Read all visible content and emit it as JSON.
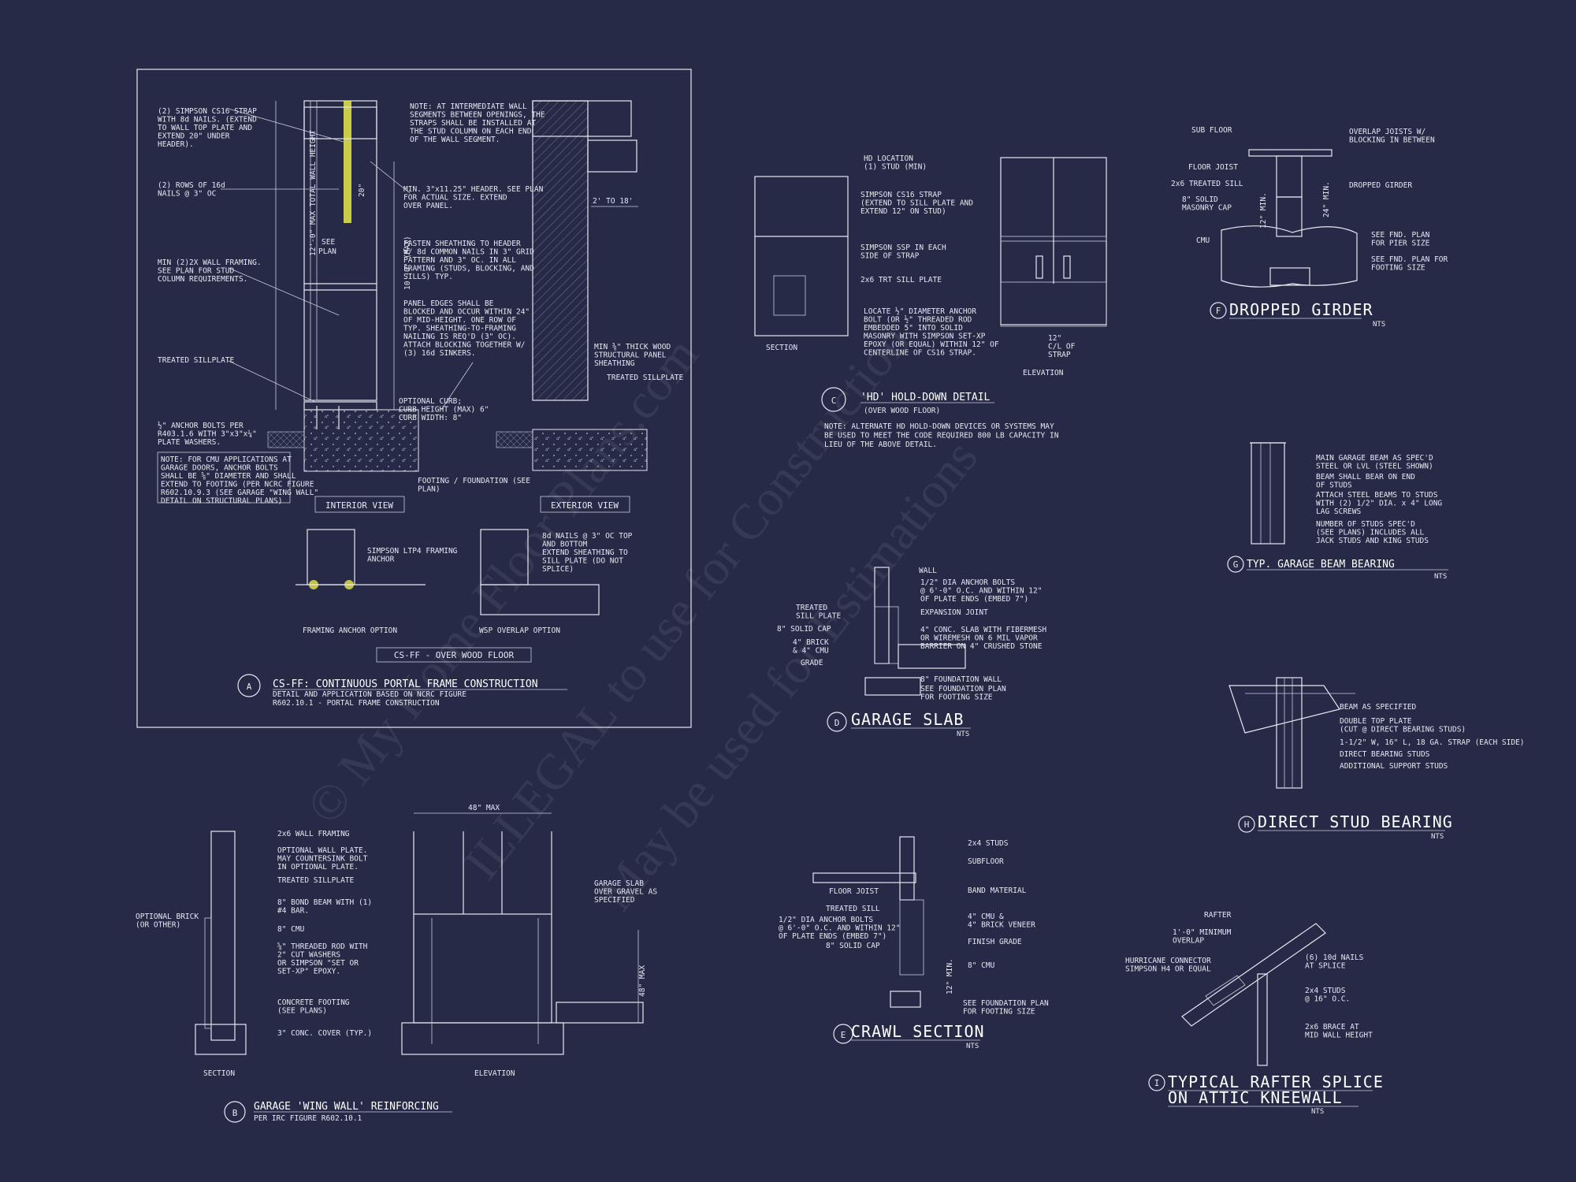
{
  "colors": {
    "background": "#262a47",
    "ink": "#e6e8f0",
    "highlight": "#e8e84a"
  },
  "watermark": [
    "© My Home Floor Plans.com",
    "ILLEGAL to use for Construction",
    "May be used for Estimations"
  ],
  "detailA": {
    "marker": "A",
    "title": "CS-FF: CONTINUOUS PORTAL FRAME CONSTRUCTION",
    "subtitle1": "DETAIL AND APPLICATION BASED ON NCRC FIGURE",
    "subtitle2": "R602.10.1 - PORTAL FRAME CONSTRUCTION",
    "boxLabel": "CS-FF - OVER WOOD FLOOR",
    "interiorView": "INTERIOR VIEW",
    "exteriorView": "EXTERIOR VIEW",
    "framingAnchor": "FRAMING ANCHOR OPTION",
    "wspOverlap": "WSP OVERLAP OPTION",
    "notesLeft": [
      [
        "(2) SIMPSON CS16 STRAP",
        "WITH 8d NAILS. (EXTEND",
        "TO WALL TOP PLATE AND",
        "EXTEND 20\" UNDER",
        "HEADER)."
      ],
      [
        "(2) ROWS OF 16d",
        "NAILS @ 3\" OC"
      ],
      [
        "MIN (2)2X WALL FRAMING.",
        "SEE PLAN FOR STUD",
        "COLUMN REQUIREMENTS."
      ],
      [
        "TREATED SILLPLATE"
      ],
      [
        "½\" ANCHOR BOLTS PER",
        "R403.1.6 WITH 3\"x3\"x¼\"",
        "PLATE WASHERS."
      ]
    ],
    "noteCMU": [
      "NOTE: FOR CMU APPLICATIONS AT",
      "GARAGE DOORS, ANCHOR BOLTS",
      "SHALL BE ⅝\" DIAMETER AND SHALL",
      "EXTEND TO FOOTING (PER NCRC FIGURE",
      "R602.10.9.3 (SEE GARAGE \"WING WALL\"",
      "DETAIL ON STRUCTURAL PLANS)"
    ],
    "notesMid": [
      [
        "NOTE: AT INTERMEDIATE WALL",
        "SEGMENTS BETWEEN OPENINGS, THE",
        "STRAPS SHALL BE INSTALLED AT",
        "THE STUD COLUMN ON EACH END",
        "OF THE WALL SEGMENT."
      ],
      [
        "MIN. 3\"x11.25\" HEADER. SEE PLAN",
        "FOR ACTUAL SIZE. EXTEND",
        "OVER PANEL."
      ],
      [
        "FASTEN SHEATHING TO HEADER",
        "W/ 8d COMMON NAILS IN 3\" GRID",
        "PATTERN AND 3\" OC. IN ALL",
        "FRAMING (STUDS, BLOCKING, AND",
        "SILLS) TYP."
      ],
      [
        "PANEL EDGES SHALL BE",
        "BLOCKED AND OCCUR WITHIN 24\"",
        "OF MID-HEIGHT. ONE ROW OF",
        "TYP. SHEATHING-TO-FRAMING",
        "NAILING IS REQ'D (3\" OC).",
        "ATTACH BLOCKING TOGETHER W/",
        "(3) 16d SINKERS."
      ],
      [
        "OPTIONAL CURB;",
        "CURB HEIGHT (MAX) 6\"",
        "CURB WIDTH: 8\""
      ],
      [
        "FOOTING / FOUNDATION (SEE",
        "PLAN)"
      ]
    ],
    "notesRight": [
      [
        "MIN ⅜\" THICK WOOD",
        "STRUCTURAL PANEL",
        "SHEATHING"
      ],
      [
        "TREATED SILLPLATE"
      ]
    ],
    "dims": {
      "wallHeight": "12'-0\" MAX TOTAL WALL HEIGHT",
      "max": "10'-0\" (MAX)",
      "seePlan": [
        "SEE",
        "PLAN"
      ],
      "twenty": "20\"",
      "twoTo18": "2' TO 18'"
    },
    "anchorNotes": [
      "SIMPSON LTP4 FRAMING",
      "ANCHOR"
    ],
    "wspNotes": [
      "8d NAILS @ 3\" OC TOP",
      "AND BOTTOM",
      "EXTEND SHEATHING TO",
      "SILL PLATE (DO NOT",
      "SPLICE)"
    ]
  },
  "detailB": {
    "marker": "B",
    "title": "GARAGE 'WING WALL' REINFORCING",
    "subtitle": "PER IRC FIGURE R602.10.1",
    "section": "SECTION",
    "elevation": "ELEVATION",
    "dim48": "48\" MAX",
    "dim48v": "48\" MAX",
    "optionalBrick": [
      "OPTIONAL BRICK",
      "(OR OTHER)"
    ],
    "notes": [
      [
        "2x6 WALL FRAMING"
      ],
      [
        "OPTIONAL WALL PLATE.",
        "MAY COUNTERSINK BOLT",
        "IN OPTIONAL PLATE."
      ],
      [
        "TREATED SILLPLATE"
      ],
      [
        "8\" BOND BEAM WITH (1)",
        "#4 BAR."
      ],
      [
        "8\" CMU"
      ],
      [
        "⅝\" THREADED ROD WITH",
        "2\" CUT WASHERS",
        "OR SIMPSON \"SET OR",
        "SET-XP\" EPOXY."
      ],
      [
        "CONCRETE FOOTING",
        "(SEE PLANS)"
      ],
      [
        "3\" CONC. COVER (TYP.)"
      ]
    ],
    "slabNote": [
      "GARAGE SLAB",
      "OVER GRAVEL AS",
      "SPECIFIED"
    ]
  },
  "detailC": {
    "marker": "C",
    "title": "'HD' HOLD-DOWN DETAIL",
    "subtitle": "(OVER WOOD FLOOR)",
    "note": [
      "NOTE: ALTERNATE HD HOLD-DOWN DEVICES OR SYSTEMS MAY",
      "BE USED TO MEET THE CODE REQUIRED 800 LB CAPACITY IN",
      "LIEU OF THE ABOVE DETAIL."
    ],
    "section": "SECTION",
    "elevation": "ELEVATION",
    "labels": [
      [
        "HD LOCATION",
        "(1) STUD (MIN)"
      ],
      [
        "SIMPSON CS16 STRAP",
        "(EXTEND TO SILL PLATE AND",
        "EXTEND 12\" ON STUD)"
      ],
      [
        "SIMPSON SSP IN EACH",
        "SIDE OF STRAP"
      ],
      [
        "2x6 TRT SILL PLATE"
      ],
      [
        "LOCATE ½\" DIAMETER ANCHOR",
        "BOLT (OR ½\" THREADED ROD",
        "EMBEDDED 5\" INTO SOLID",
        "MASONRY WITH SIMPSON SET-XP",
        "EPOXY (OR EQUAL) WITHIN 12\" OF",
        "CENTERLINE OF CS16 STRAP."
      ]
    ],
    "dim12": [
      "12\"",
      "C/L OF",
      "STRAP"
    ]
  },
  "detailD": {
    "marker": "D",
    "title": "GARAGE SLAB",
    "nts": "NTS",
    "labels": [
      [
        "WALL"
      ],
      [
        "1/2\" DIA ANCHOR BOLTS",
        "@ 6'-0\" O.C. AND WITHIN 12\"",
        "OF PLATE ENDS (EMBED 7\")"
      ],
      [
        "EXPANSION JOINT"
      ],
      [
        "4\" CONC. SLAB WITH FIBERMESH",
        "OR WIREMESH ON 6 MIL VAPOR",
        "BARRIER ON 4\" CRUSHED STONE"
      ],
      [
        "8\" FOUNDATION WALL"
      ],
      [
        "SEE FOUNDATION PLAN",
        "FOR FOOTING SIZE"
      ]
    ],
    "leftLabels": [
      [
        "TREATED",
        "SILL PLATE"
      ],
      [
        "8\" SOLID CAP"
      ],
      [
        "4\" BRICK",
        "& 4\" CMU"
      ],
      [
        "GRADE"
      ]
    ]
  },
  "detailE": {
    "marker": "E",
    "title": "CRAWL SECTION",
    "nts": "NTS",
    "labels": [
      [
        "2x4 STUDS"
      ],
      [
        "SUBFLOOR"
      ],
      [
        "BAND MATERIAL"
      ],
      [
        "4\" CMU &",
        "4\" BRICK VENEER"
      ],
      [
        "FINISH GRADE"
      ],
      [
        "8\" CMU"
      ],
      [
        "SEE FOUNDATION PLAN",
        "FOR FOOTING SIZE"
      ]
    ],
    "leftLabels": [
      [
        "FLOOR JOIST"
      ],
      [
        "TREATED SILL"
      ],
      [
        "1/2\" DIA ANCHOR BOLTS",
        "@ 6'-0\" O.C. AND WITHIN 12\"",
        "OF PLATE ENDS (EMBED 7\")"
      ],
      [
        "8\" SOLID CAP"
      ]
    ],
    "dim": "12\" MIN."
  },
  "detailF": {
    "marker": "F",
    "title": "DROPPED GIRDER",
    "nts": "NTS",
    "labels": [
      [
        "OVERLAP JOISTS W/",
        "BLOCKING IN BETWEEN"
      ],
      [
        "DROPPED GIRDER"
      ],
      [
        "SEE FND. PLAN",
        "FOR PIER SIZE"
      ],
      [
        "SEE FND. PLAN FOR",
        "FOOTING SIZE"
      ]
    ],
    "leftLabels": [
      [
        "SUB FLOOR"
      ],
      [
        "FLOOR JOIST"
      ],
      [
        "2x6 TREATED SILL"
      ],
      [
        "8\" SOLID",
        "MASONRY CAP"
      ],
      [
        "CMU"
      ]
    ],
    "dims": [
      "12\" MIN.",
      "24\" MIN."
    ]
  },
  "detailG": {
    "marker": "G",
    "title": "TYP. GARAGE BEAM BEARING",
    "nts": "NTS",
    "labels": [
      [
        "MAIN GARAGE BEAM AS SPEC'D",
        "STEEL OR LVL (STEEL SHOWN)"
      ],
      [
        "BEAM SHALL BEAR ON END",
        "OF STUDS"
      ],
      [
        "ATTACH STEEL BEAMS TO STUDS",
        "WITH (2) 1/2\" DIA. x 4\" LONG",
        "LAG SCREWS"
      ],
      [
        "NUMBER OF STUDS SPEC'D",
        "(SEE PLANS) INCLUDES ALL",
        "JACK STUDS AND KING STUDS"
      ]
    ]
  },
  "detailH": {
    "marker": "H",
    "title": "DIRECT STUD BEARING",
    "nts": "NTS",
    "labels": [
      [
        "BEAM AS SPECIFIED"
      ],
      [
        "DOUBLE TOP PLATE",
        "(CUT @ DIRECT BEARING STUDS)"
      ],
      [
        "1-1/2\" W, 16\" L, 18 GA. STRAP (EACH SIDE)"
      ],
      [
        "DIRECT BEARING STUDS"
      ],
      [
        "ADDITIONAL SUPPORT STUDS"
      ]
    ]
  },
  "detailI": {
    "marker": "I",
    "title1": "TYPICAL RAFTER SPLICE",
    "title2": "ON ATTIC KNEEWALL",
    "nts": "NTS",
    "labels": [
      [
        "RAFTER"
      ],
      [
        "1'-0\" MINIMUM",
        "OVERLAP"
      ],
      [
        "(6) 10d NAILS",
        "AT SPLICE"
      ],
      [
        "HURRICANE CONNECTOR",
        "SIMPSON H4 OR EQUAL"
      ],
      [
        "2x4 STUDS",
        "@ 16\" O.C."
      ],
      [
        "2x6 BRACE AT",
        "MID WALL HEIGHT"
      ]
    ]
  }
}
